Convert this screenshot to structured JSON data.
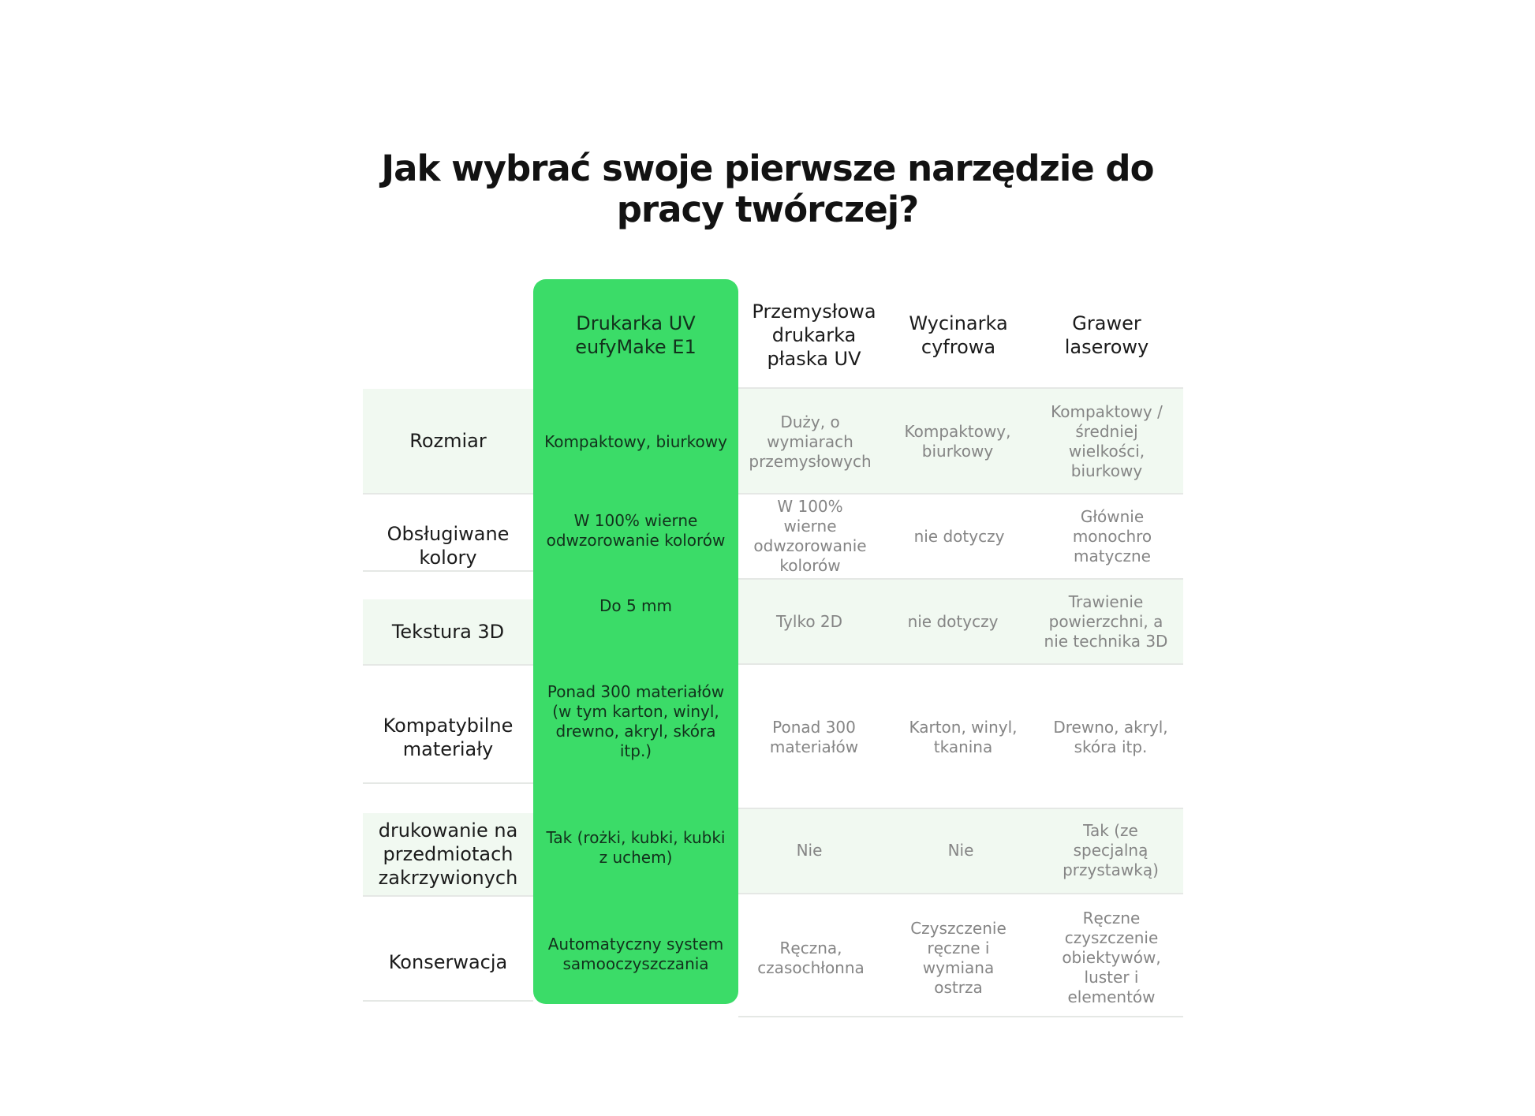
{
  "title": {
    "line1": "Jak wybrać swoje pierwsze narzędzie do",
    "line2": "pracy twórczej?"
  },
  "columns": {
    "c1": "Drukarka UV eufyMake E1",
    "c2": "Przemysłowa drukarka płaska UV",
    "c3": "Wycinarka cyfrowa",
    "c4": "Grawer laserowy"
  },
  "rows": [
    {
      "label": "Rozmiar",
      "c1": "Kompaktowy, biurkowy",
      "c2": "Duży, o wymiarach przemysłowych",
      "c3": "Kompaktowy, biurkowy",
      "c4": "Kompaktowy / średniej wielkości, biurkowy"
    },
    {
      "label": "Obsługiwane kolory",
      "c1": "W 100% wierne odwzorowanie kolorów",
      "c2": "W 100% wierne odwzorowanie kolorów",
      "c3": "nie dotyczy",
      "c4": "Głównie monochro matyczne"
    },
    {
      "label": "Tekstura 3D",
      "c1": "Do 5 mm",
      "c2": "Tylko 2D",
      "c3": "nie dotyczy",
      "c4": "Trawienie powierzchni, a nie technika 3D"
    },
    {
      "label": "Kompatybilne materiały",
      "c1": "Ponad 300 materiałów (w tym karton, winyl, drewno, akryl, skóra itp.)",
      "c2": "Ponad 300 materiałów",
      "c3": "Karton, winyl, tkanina",
      "c4": "Drewno, akryl, skóra itp."
    },
    {
      "label": "drukowanie na przedmiotach zakrzywionych",
      "c1": "Tak (rożki, kubki, kubki z uchem)",
      "c2": "Nie",
      "c3": "Nie",
      "c4": "Tak (ze specjalną przystawką)"
    },
    {
      "label": "Konserwacja",
      "c1": "Automatyczny system samooczyszczania",
      "c2": "Ręczna, czasochłonna",
      "c3": "Czyszczenie ręczne i wymiana ostrza",
      "c4": "Ręczne czyszczenie obiektywów, luster i elementów"
    }
  ],
  "colors": {
    "highlight": "#3bdc68",
    "stripe": "#f1f9f1",
    "divider": "#e5e8e5"
  }
}
